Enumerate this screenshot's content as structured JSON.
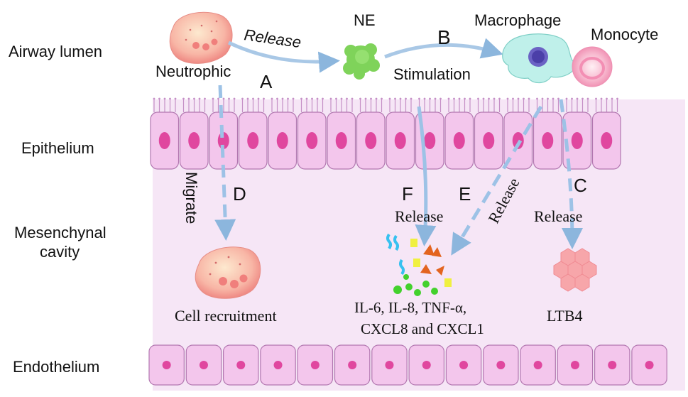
{
  "regions": {
    "airway_lumen": "Airway lumen",
    "epithelium": "Epithelium",
    "mesenchymal_line1": "Mesenchynal",
    "mesenchymal_line2": "cavity",
    "endothelium": "Endothelium"
  },
  "cells": {
    "neutrophil": "Neutrophic",
    "ne": "NE",
    "macrophage": "Macrophage",
    "monocyte": "Monocyte"
  },
  "steps": {
    "a": "A",
    "b": "B",
    "c": "C",
    "d": "D",
    "e": "E",
    "f": "F"
  },
  "actions": {
    "release_top": "Release",
    "stimulation": "Stimulation",
    "migrate": "Migrate",
    "release_f": "Release",
    "release_e": "Release",
    "release_c": "Release"
  },
  "outcomes": {
    "cell_recruitment": "Cell recruitment",
    "cytokines_line1": "IL-6, IL-8, TNF-α,",
    "cytokines_line2": "CXCL8 and CXCL1",
    "ltb4": "LTB4"
  },
  "colors": {
    "tissue_bg": "#f6e6f6",
    "cell_fill": "#f3c6ec",
    "cell_stroke": "#b277b0",
    "nucleus": "#e0479f",
    "arrow": "#8cb6dd",
    "ne_green": "#7fd35a",
    "macrophage": "#bff0ea"
  }
}
